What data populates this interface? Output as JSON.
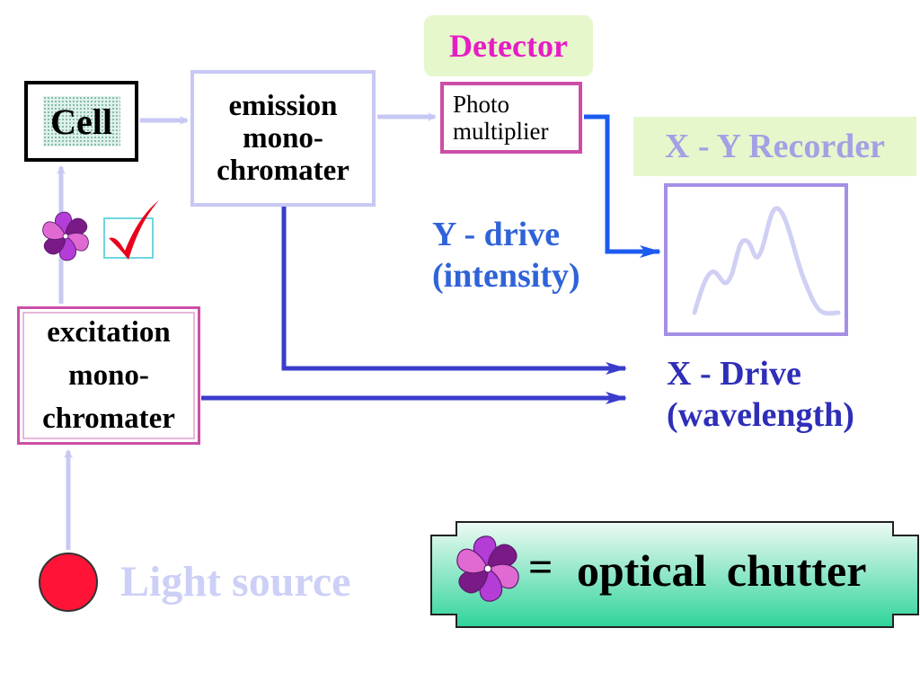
{
  "detector": {
    "label": "Detector"
  },
  "cell": {
    "label": "Cell"
  },
  "emission_monochromator": {
    "lines": [
      "emission",
      "mono-",
      "chromater"
    ]
  },
  "photomultiplier": {
    "lines": [
      "Photo",
      "multiplier"
    ]
  },
  "recorder": {
    "label": "X - Y Recorder"
  },
  "excitation_monochromator": {
    "lines": [
      "excitation",
      "mono-",
      "chromater"
    ]
  },
  "y_drive": {
    "lines": [
      "Y - drive",
      "(intensity)"
    ]
  },
  "x_drive": {
    "lines": [
      "X - Drive",
      "(wavelength)"
    ]
  },
  "light_source": {
    "label": "Light source"
  },
  "legend": {
    "symbol": "=",
    "text": "optical chutter"
  },
  "icons": {
    "shutter": "pinwheel-shutter-icon",
    "check": "checkmark-icon"
  },
  "colors": {
    "light_arrow": "#c8c8f4",
    "blue_signal": "#3a3ccc",
    "bright_blue_signal": "#1c5bf0",
    "magenta": "#cc4ea6",
    "detector_text": "#e51ec4",
    "label_bg": "#e6f7cc",
    "legend_gradient_top": "#eefaf4",
    "legend_gradient_bottom": "#2fd49a",
    "light_source": "#ff1438",
    "check_red": "#e8001c"
  }
}
